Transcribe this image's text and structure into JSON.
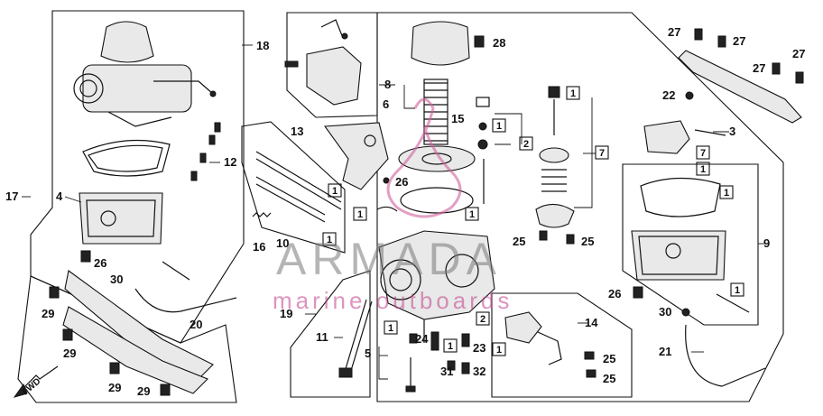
{
  "watermark": {
    "title": "ARMADA",
    "subtitle": "marine outboards"
  },
  "fwd_label": "FWD",
  "callouts": {
    "c1": "1",
    "c2": "2",
    "c3": "3",
    "c4": "4",
    "c5": "5",
    "c6": "6",
    "c7": "7",
    "c8": "8",
    "c9": "9",
    "c10": "10",
    "c11": "11",
    "c12": "12",
    "c13": "13",
    "c14": "14",
    "c15": "15",
    "c16": "16",
    "c17": "17",
    "c18": "18",
    "c19": "19",
    "c20": "20",
    "c21": "21",
    "c22": "22",
    "c23": "23",
    "c24": "24",
    "c25": "25",
    "c26": "26",
    "c27": "27",
    "c28": "28",
    "c29": "29",
    "c30": "30",
    "c31": "31",
    "c32": "32"
  }
}
